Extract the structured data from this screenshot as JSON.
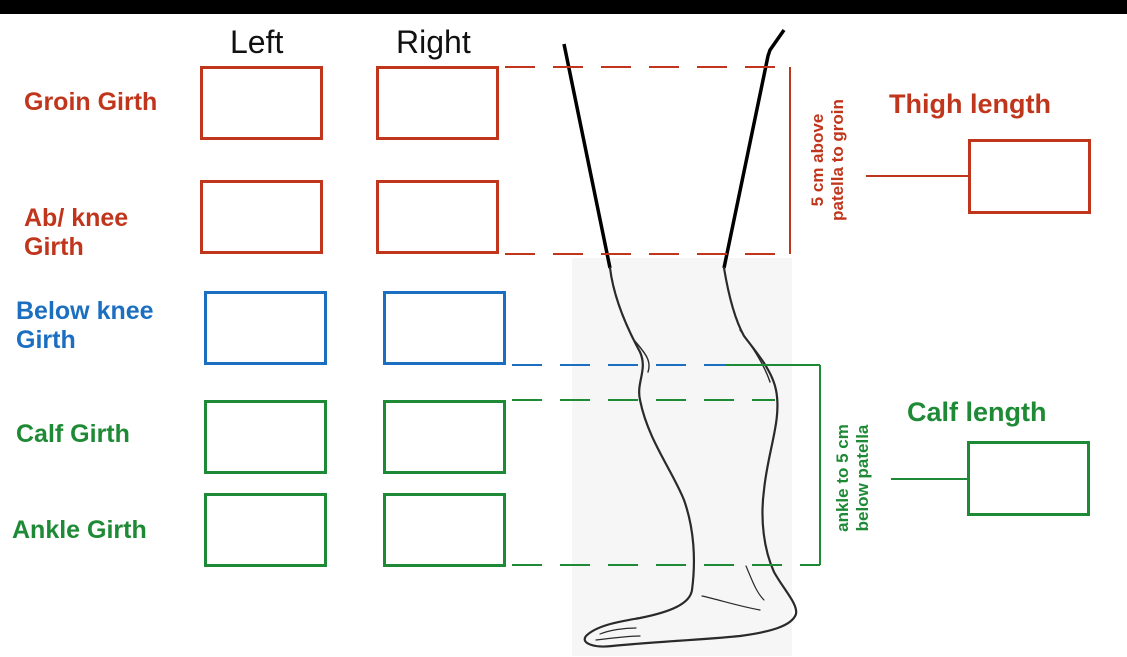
{
  "columns": {
    "left": "Left",
    "right": "Right"
  },
  "rows": [
    {
      "label": "Groin Girth",
      "group": "thigh"
    },
    {
      "label_line1": "Ab/ knee",
      "label_line2": "Girth",
      "group": "thigh"
    },
    {
      "label_line1": "Below knee",
      "label_line2": "Girth",
      "group": "below-knee"
    },
    {
      "label": "Calf Girth",
      "group": "calf"
    },
    {
      "label": "Ankle Girth",
      "group": "calf"
    }
  ],
  "thigh": {
    "title": "Thigh length",
    "range_line1": "5 cm above",
    "range_line2": "patella to groin"
  },
  "calf": {
    "title": "Calf length",
    "range_line1": "ankle to 5 cm",
    "range_line2": "below patella"
  },
  "colors": {
    "thigh": "#c0361c",
    "below_knee": "#1c6fc0",
    "calf": "#1e8a35",
    "text": "#111111"
  }
}
